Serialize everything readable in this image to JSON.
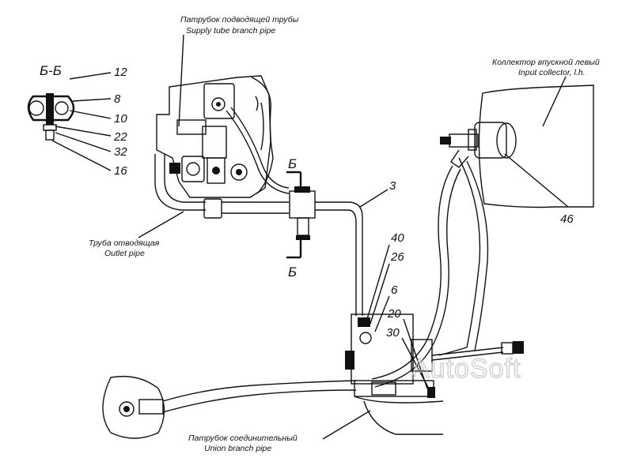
{
  "section": {
    "name": "Б-Б",
    "marker_top": "Б",
    "marker_bottom": "Б"
  },
  "labels": {
    "supply_ru": "Патрубок подводящей трубы",
    "supply_en": "Supply tube branch pipe",
    "collector_ru": "Коллектор впускной левый",
    "collector_en": "Input collector, l.h.",
    "outlet_ru": "Труба отводящая",
    "outlet_en": "Outlet pipe",
    "union_ru": "Патрубок соединительный",
    "union_en": "Union branch pipe"
  },
  "callouts": {
    "c12": "12",
    "c8": "8",
    "c10": "10",
    "c22": "22",
    "c32": "32",
    "c16": "16",
    "c3": "3",
    "c40": "40",
    "c26": "26",
    "c6": "6",
    "c20": "20",
    "c30": "30",
    "c46": "46"
  },
  "watermark": "AutoSoft"
}
